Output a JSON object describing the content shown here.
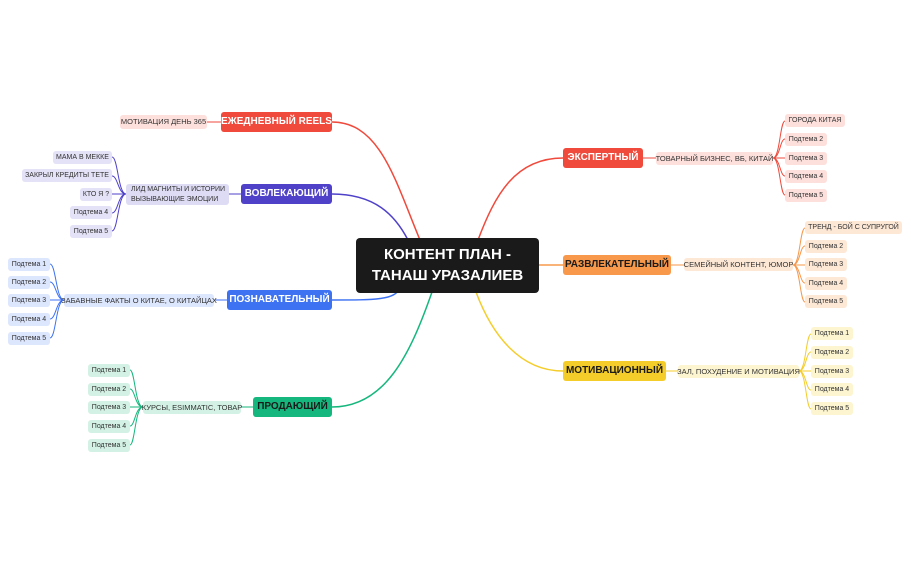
{
  "root": {
    "line1": "КОНТЕНТ ПЛАН -",
    "line2": "ТАНАШ УРАЗАЛИЕВ"
  },
  "colors": {
    "red": "#ef4a3c",
    "orange": "#f7984a",
    "yellow": "#f4cd2b",
    "green": "#16b77e",
    "blue": "#3d72f3",
    "purple": "#4f42c9",
    "dark": "#1a1a1a"
  },
  "branches": {
    "daily_reels": {
      "label": "ЕЖЕДНЕВНЫЙ REELS",
      "sub": "МОТИВАЦИЯ ДЕНЬ 365"
    },
    "engaging": {
      "label": "ВОВЛЕКАЮЩИЙ",
      "sub_line1": "ЛИД МАГНИТЫ И ИСТОРИИ",
      "sub_line2": "ВЫЗЫВАЮЩИЕ ЭМОЦИИ",
      "leaves": [
        "МАМА В МЕККЕ",
        "ЗАКРЫЛ КРЕДИТЫ ТЕТЕ",
        "КТО Я ?",
        "Подтема 4",
        "Подтема 5"
      ]
    },
    "cognitive": {
      "label": "ПОЗНАВАТЕЛЬНЫЙ",
      "sub": "ЗАБАВНЫЕ ФАКТЫ О КИТАЕ, О КИТАЙЦАХ",
      "leaves": [
        "Подтема 1",
        "Подтема 2",
        "Подтема 3",
        "Подтема 4",
        "Подтема 5"
      ]
    },
    "selling": {
      "label": "ПРОДАЮЩИЙ",
      "sub": "КУРСЫ, ESIMMATIC, ТОВАР",
      "leaves": [
        "Подтема 1",
        "Подтема 2",
        "Подтема 3",
        "Подтема 4",
        "Подтема 5"
      ]
    },
    "expert": {
      "label": "ЭКСПЕРТНЫЙ",
      "sub": "ТОВАРНЫЙ БИЗНЕС, ВБ, КИТАЙ",
      "leaves": [
        "ГОРОДА КИТАЯ",
        "Подтема 2",
        "Подтема 3",
        "Подтема 4",
        "Подтема 5"
      ]
    },
    "entertaining": {
      "label": "РАЗВЛЕКАТЕЛЬНЫЙ",
      "sub": "СЕМЕЙНЫЙ КОНТЕНТ, ЮМОР",
      "leaves": [
        "ТРЕНД - БОЙ С СУПРУГОЙ",
        "Подтема 2",
        "Подтема 3",
        "Подтема 4",
        "Подтема 5"
      ]
    },
    "motivational": {
      "label": "МОТИВАЦИОННЫЙ",
      "sub": "ЗАЛ, ПОХУДЕНИЕ И МОТИВАЦИЯ",
      "leaves": [
        "Подтема 1",
        "Подтема 2",
        "Подтема 3",
        "Подтема 4",
        "Подтема 5"
      ]
    }
  }
}
